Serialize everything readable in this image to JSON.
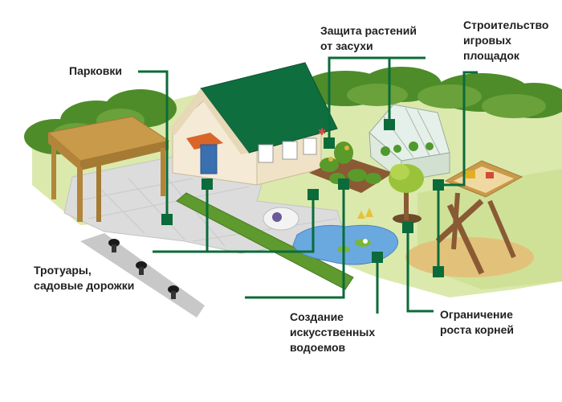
{
  "labels": {
    "parking": "Парковки",
    "drought": [
      "Защита растений",
      "от засухи"
    ],
    "playground": [
      "Строительство",
      "игровых",
      "площадок"
    ],
    "paths": [
      "Тротуары,",
      "садовые дорожки"
    ],
    "ponds": [
      "Создание",
      "искусственных",
      "водоемов"
    ],
    "roots": [
      "Ограничение",
      "роста корней"
    ]
  },
  "colors": {
    "accent": "#0b6b3a",
    "roof": "#0f6e3e",
    "grass": "#d8e8a8",
    "hedge": "#5e9a2e",
    "paving": "#dcdcdc",
    "water": "#6aa8e0",
    "sand": "#e2c27a"
  }
}
